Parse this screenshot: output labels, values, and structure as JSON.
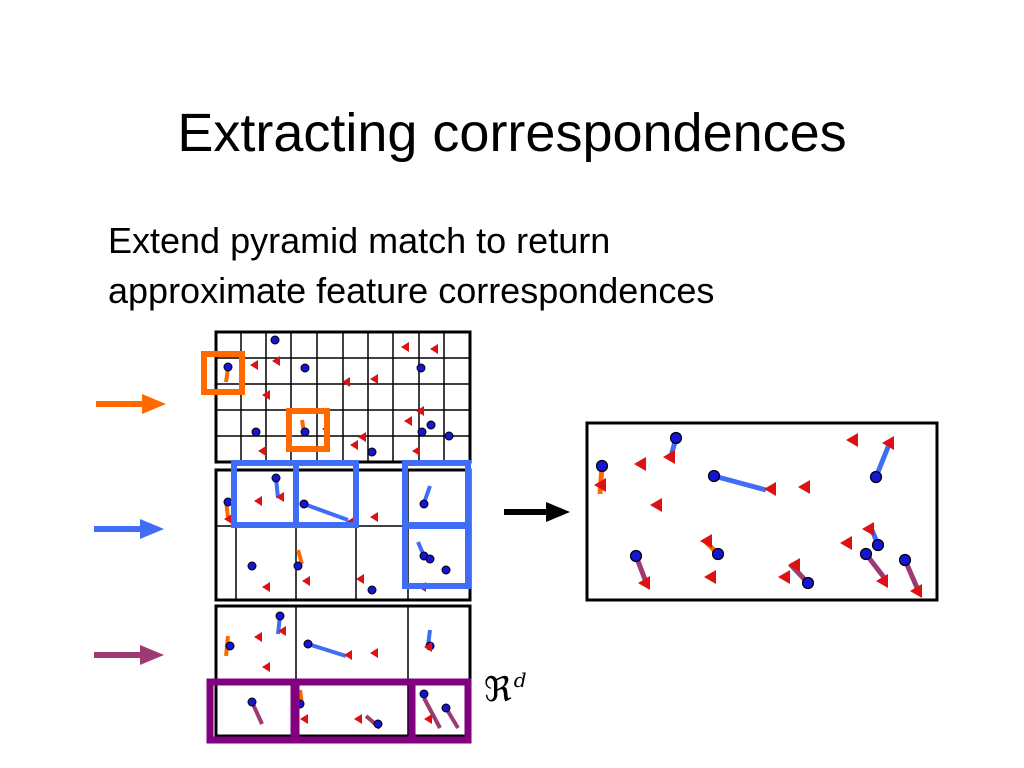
{
  "slide": {
    "title": "Extracting correspondences",
    "bullet_lines": [
      "Extend pyramid match to return",
      "approximate feature correspondences"
    ],
    "space_symbol": "ℜ",
    "space_superscript": "d"
  },
  "colors": {
    "level0": "#ff6a00",
    "level1": "#3f6df5",
    "level2": "#9e3a72",
    "level2_box": "#800080",
    "point_blue": "#1515d4",
    "triangle_red": "#dd1111",
    "grid": "#000000"
  },
  "icons": [
    "arrow-right-icon",
    "blue-point-icon",
    "red-triangle-icon"
  ]
}
